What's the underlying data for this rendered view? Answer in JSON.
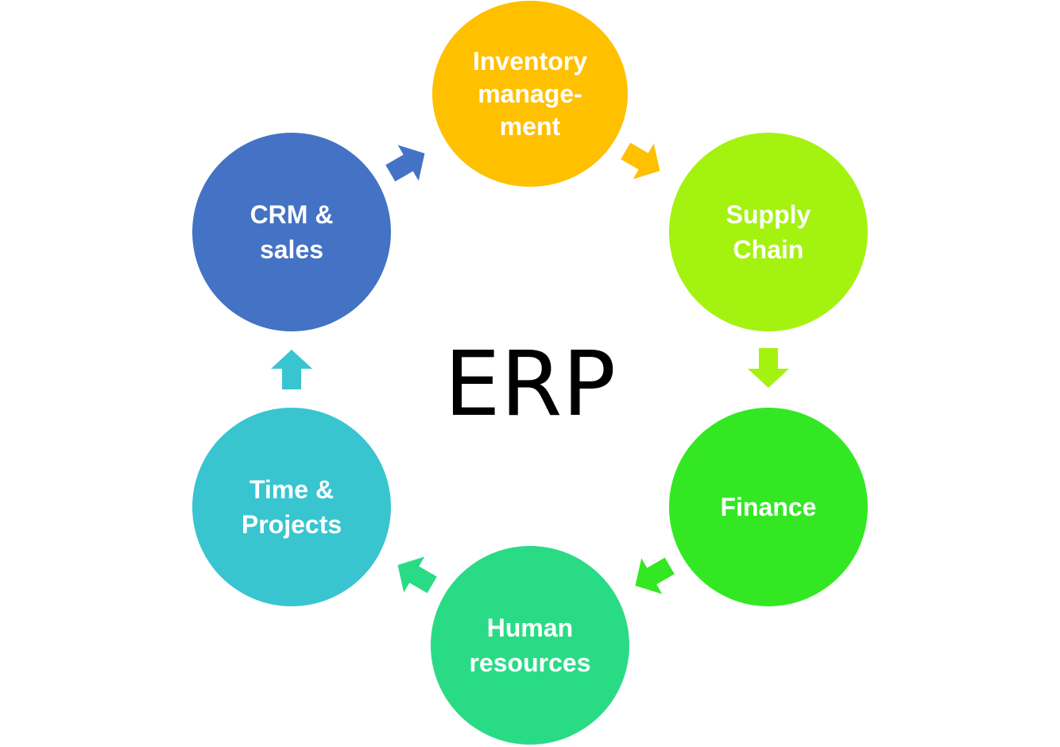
{
  "center_title": "ERP",
  "nodes": [
    {
      "id": "inventory",
      "lines": [
        "Inventory",
        "manage-",
        "ment"
      ],
      "color": "#FFC000"
    },
    {
      "id": "supply-chain",
      "lines": [
        "Supply",
        "Chain"
      ],
      "color": "#A4F210"
    },
    {
      "id": "finance",
      "lines": [
        "Finance"
      ],
      "color": "#33E823"
    },
    {
      "id": "human-resources",
      "lines": [
        "Human",
        "resources"
      ],
      "color": "#2ADB86"
    },
    {
      "id": "time-projects",
      "lines": [
        "Time &",
        "Projects"
      ],
      "color": "#38C5D0"
    },
    {
      "id": "crm-sales",
      "lines": [
        "CRM &",
        "sales"
      ],
      "color": "#4472C4"
    }
  ],
  "arrows": [
    {
      "from": "crm-sales",
      "to": "inventory",
      "color": "#4472C4"
    },
    {
      "from": "inventory",
      "to": "supply-chain",
      "color": "#FFC000"
    },
    {
      "from": "supply-chain",
      "to": "finance",
      "color": "#A4F210"
    },
    {
      "from": "finance",
      "to": "human-resources",
      "color": "#33E823"
    },
    {
      "from": "human-resources",
      "to": "time-projects",
      "color": "#2ADB86"
    },
    {
      "from": "time-projects",
      "to": "crm-sales",
      "color": "#38C5D0"
    }
  ]
}
